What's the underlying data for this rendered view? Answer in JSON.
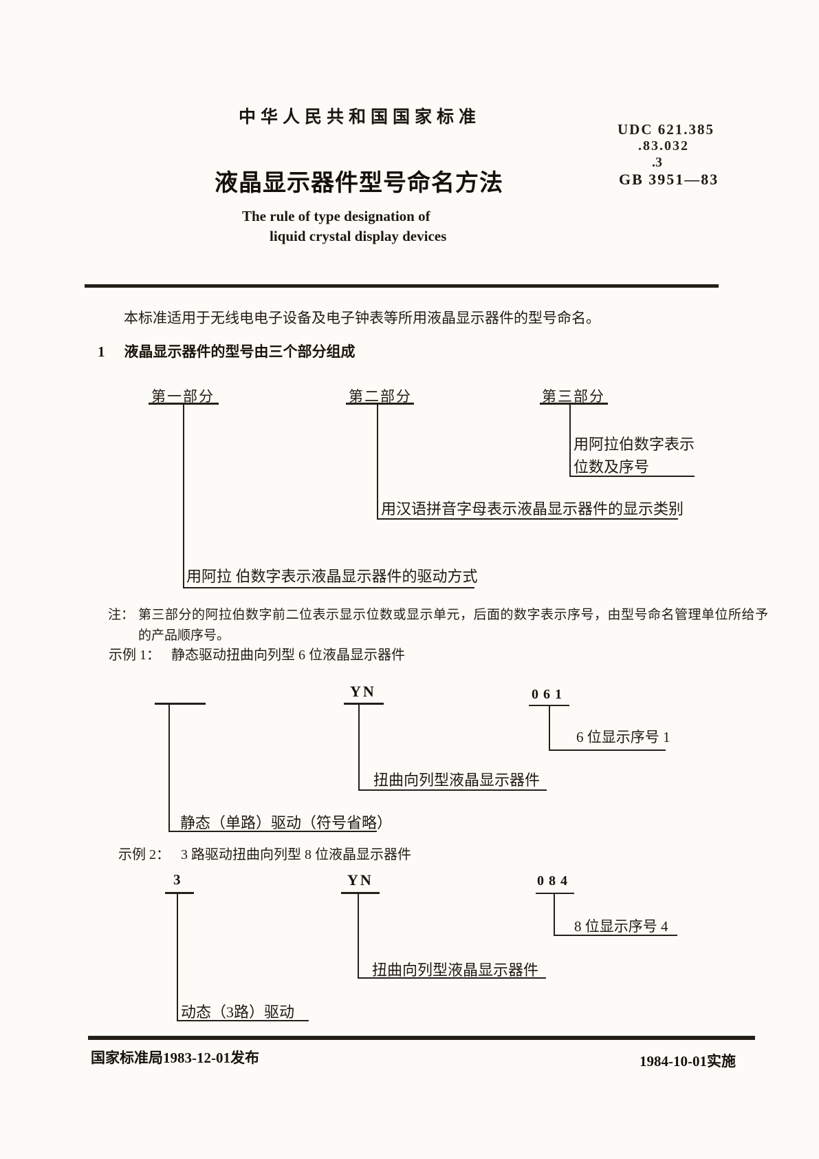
{
  "header": {
    "standard_label": "中华人民共和国国家标准",
    "udc_line1": "UDC 621.385",
    "udc_line2": ".83.032",
    "udc_line3": ".3",
    "standard_number": "GB 3951—83",
    "title_cn": "液晶显示器件型号命名方法",
    "title_en_line1": "The rule of type designation of",
    "title_en_line2": "liquid crystal display devices"
  },
  "intro": {
    "scope": "本标准适用于无线电电子设备及电子钟表等所用液晶显示器件的型号命名。",
    "section1_number": "1",
    "section1_title": "液晶显示器件的型号由三个部分组成"
  },
  "diagram1": {
    "part1_label": "第一部分",
    "part2_label": "第二部分",
    "part3_label": "第三部分",
    "part3_desc_line1": "用阿拉伯数字表示",
    "part3_desc_line2": "位数及序号",
    "part2_desc": "用汉语拼音字母表示液晶显示器件的显示类别",
    "part1_desc": "用阿拉 伯数字表示液晶显示器件的驱动方式"
  },
  "note": {
    "label": "注：",
    "line1": "第三部分的阿拉伯数字前二位表示显示位数或显示单元，后面的数字表示序号，由型号命名管理单位所给予",
    "line2": "的产品顺序号。"
  },
  "example1": {
    "caption_label": "示例 1：",
    "caption_text": "静态驱动扭曲向列型 6 位液晶显示器件",
    "code_part2": "YN",
    "code_part3": "061",
    "part3_desc": "6 位显示序号 1",
    "part2_desc": "扭曲向列型液晶显示器件",
    "part1_desc": "静态（单路）驱动（符号省略）"
  },
  "example2": {
    "caption_label": "示例 2：",
    "caption_text": "3 路驱动扭曲向列型 8 位液晶显示器件",
    "code_part1": "3",
    "code_part2": "YN",
    "code_part3": "084",
    "part3_desc": "8 位显示序号 4",
    "part2_desc": "扭曲向列型液晶显示器件",
    "part1_desc": "动态（3路）驱动"
  },
  "footer": {
    "issued": "国家标准局1983-12-01发布",
    "implemented": "1984-10-01实施"
  }
}
